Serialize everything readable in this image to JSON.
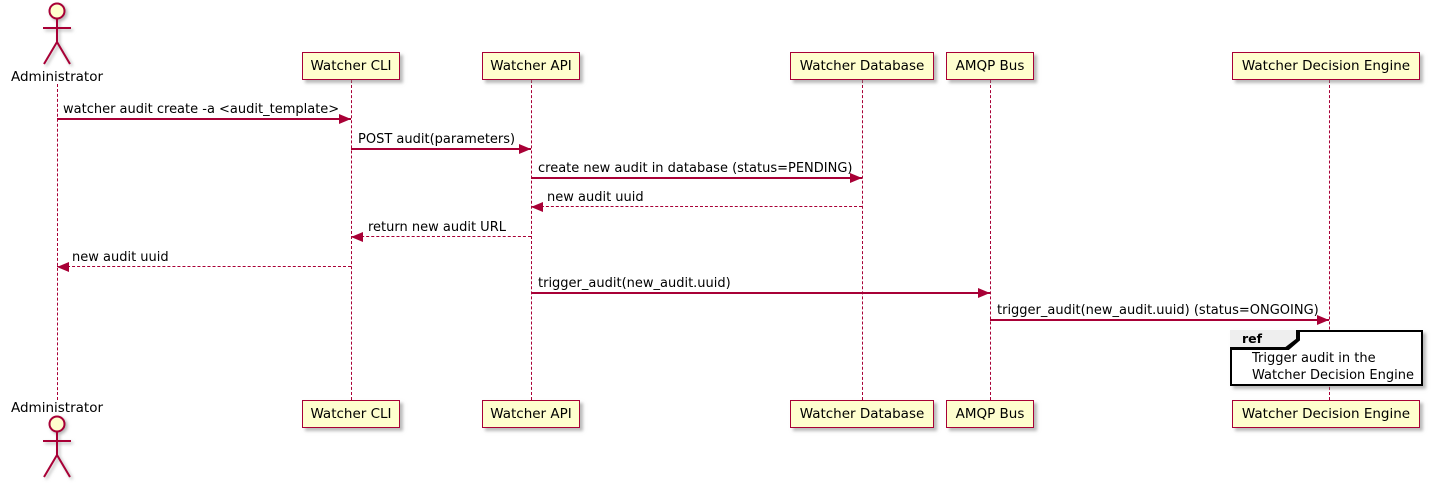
{
  "diagram_type": "plantuml-sequence",
  "colors": {
    "stroke": "#A80036",
    "participant_fill": "#FEFECE",
    "text": "#000000",
    "ref_header_fill": "#EEEEEE",
    "ref_border": "#000000",
    "background": "#FFFFFF"
  },
  "actor": {
    "name": "Administrator"
  },
  "participants": [
    {
      "label": "Watcher CLI"
    },
    {
      "label": "Watcher API"
    },
    {
      "label": "Watcher Database"
    },
    {
      "label": "AMQP Bus"
    },
    {
      "label": "Watcher Decision Engine"
    }
  ],
  "messages": [
    {
      "from": "Administrator",
      "to": "Watcher CLI",
      "style": "solid",
      "label": "watcher audit create -a <audit_template>"
    },
    {
      "from": "Watcher CLI",
      "to": "Watcher API",
      "style": "solid",
      "label": "POST audit(parameters)"
    },
    {
      "from": "Watcher API",
      "to": "Watcher Database",
      "style": "solid",
      "label": "create new audit in database (status=PENDING)"
    },
    {
      "from": "Watcher Database",
      "to": "Watcher API",
      "style": "dashed",
      "label": "new audit uuid"
    },
    {
      "from": "Watcher API",
      "to": "Watcher CLI",
      "style": "dashed",
      "label": "return new audit URL"
    },
    {
      "from": "Watcher CLI",
      "to": "Administrator",
      "style": "dashed",
      "label": "new audit uuid"
    },
    {
      "from": "Watcher API",
      "to": "AMQP Bus",
      "style": "solid",
      "label": "trigger_audit(new_audit.uuid)"
    },
    {
      "from": "AMQP Bus",
      "to": "Watcher Decision Engine",
      "style": "solid",
      "label": "trigger_audit(new_audit.uuid) (status=ONGOING)"
    }
  ],
  "ref": {
    "tag": "ref",
    "over": "Watcher Decision Engine",
    "lines": [
      "Trigger audit in the",
      "Watcher Decision Engine"
    ]
  }
}
